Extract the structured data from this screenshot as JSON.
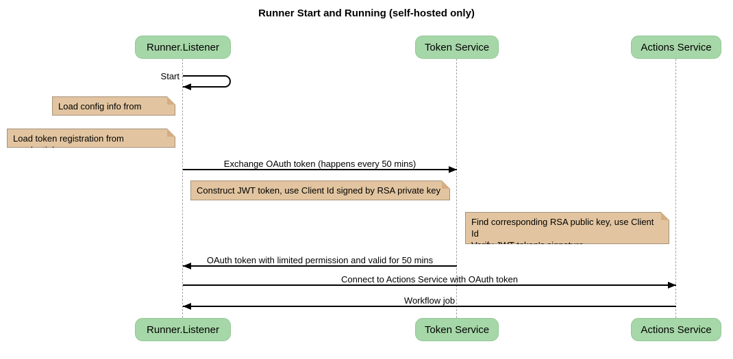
{
  "title": "Runner Start and Running (self-hosted only)",
  "participants": [
    {
      "name": "Runner.Listener"
    },
    {
      "name": "Token Service"
    },
    {
      "name": "Actions Service"
    }
  ],
  "messages": [
    {
      "label": "Start",
      "from": "Runner.Listener",
      "to": "Runner.Listener",
      "kind": "self"
    },
    {
      "label": "Exchange OAuth token (happens every 50 mins)",
      "from": "Runner.Listener",
      "to": "Token Service",
      "kind": "solid"
    },
    {
      "label": "OAuth token with limited permission and valid for 50 mins",
      "from": "Token Service",
      "to": "Runner.Listener",
      "kind": "solid"
    },
    {
      "label": "Connect to Actions Service with OAuth token",
      "from": "Runner.Listener",
      "to": "Actions Service",
      "kind": "solid"
    },
    {
      "label": "Workflow job",
      "from": "Actions Service",
      "to": "Runner.Listener",
      "kind": "solid"
    }
  ],
  "notes": [
    {
      "text": "Load config info from .runner",
      "over": "Runner.Listener"
    },
    {
      "text": "Load token registration from .credentials",
      "over": "Runner.Listener"
    },
    {
      "text": "Construct JWT token, use Client Id signed by RSA private key",
      "over": "Token Service"
    },
    {
      "text": "Find corresponding RSA public key, use Client Id\nVerify JWT token's signature",
      "over": "Token Service"
    }
  ],
  "colors": {
    "participant_fill": "#a6d7a8",
    "participant_border": "#94c796",
    "note_fill": "#e2c5a0",
    "note_border": "#a5917a",
    "note_fold": "#d4ad83",
    "lifeline": "#a0a0a0",
    "line": "#000000",
    "background": "#ffffff",
    "text": "#000000"
  }
}
